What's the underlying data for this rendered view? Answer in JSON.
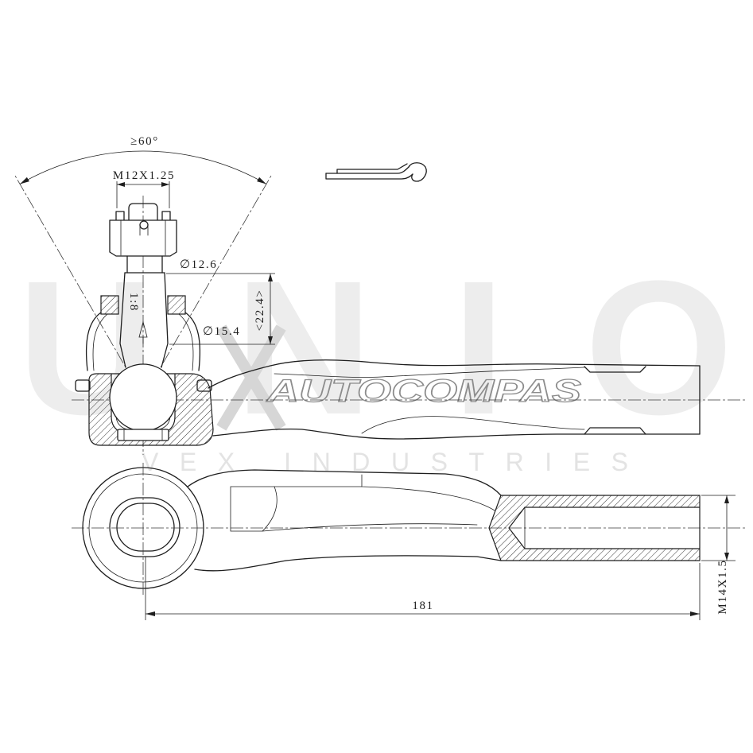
{
  "drawing": {
    "angle_label": "≥60°",
    "stud_thread_label": "M12X1.25",
    "taper_small_diameter_label": "∅12.6",
    "taper_ratio_label": "1:8",
    "taper_large_diameter_label": "∅15.4",
    "taper_height_label": "<22.4>",
    "overall_length_label": "181",
    "bore_thread_label": "M14X1.5"
  },
  "watermark": {
    "brand": "UNIO",
    "logo_text": "AUTOCOMPAS",
    "tagline": "VEX INDUSTRIES"
  },
  "colors": {
    "line": "#1e1e1e",
    "watermark_light": "#ededed",
    "watermark_logo": "#8c8c8c",
    "background": "#ffffff"
  }
}
